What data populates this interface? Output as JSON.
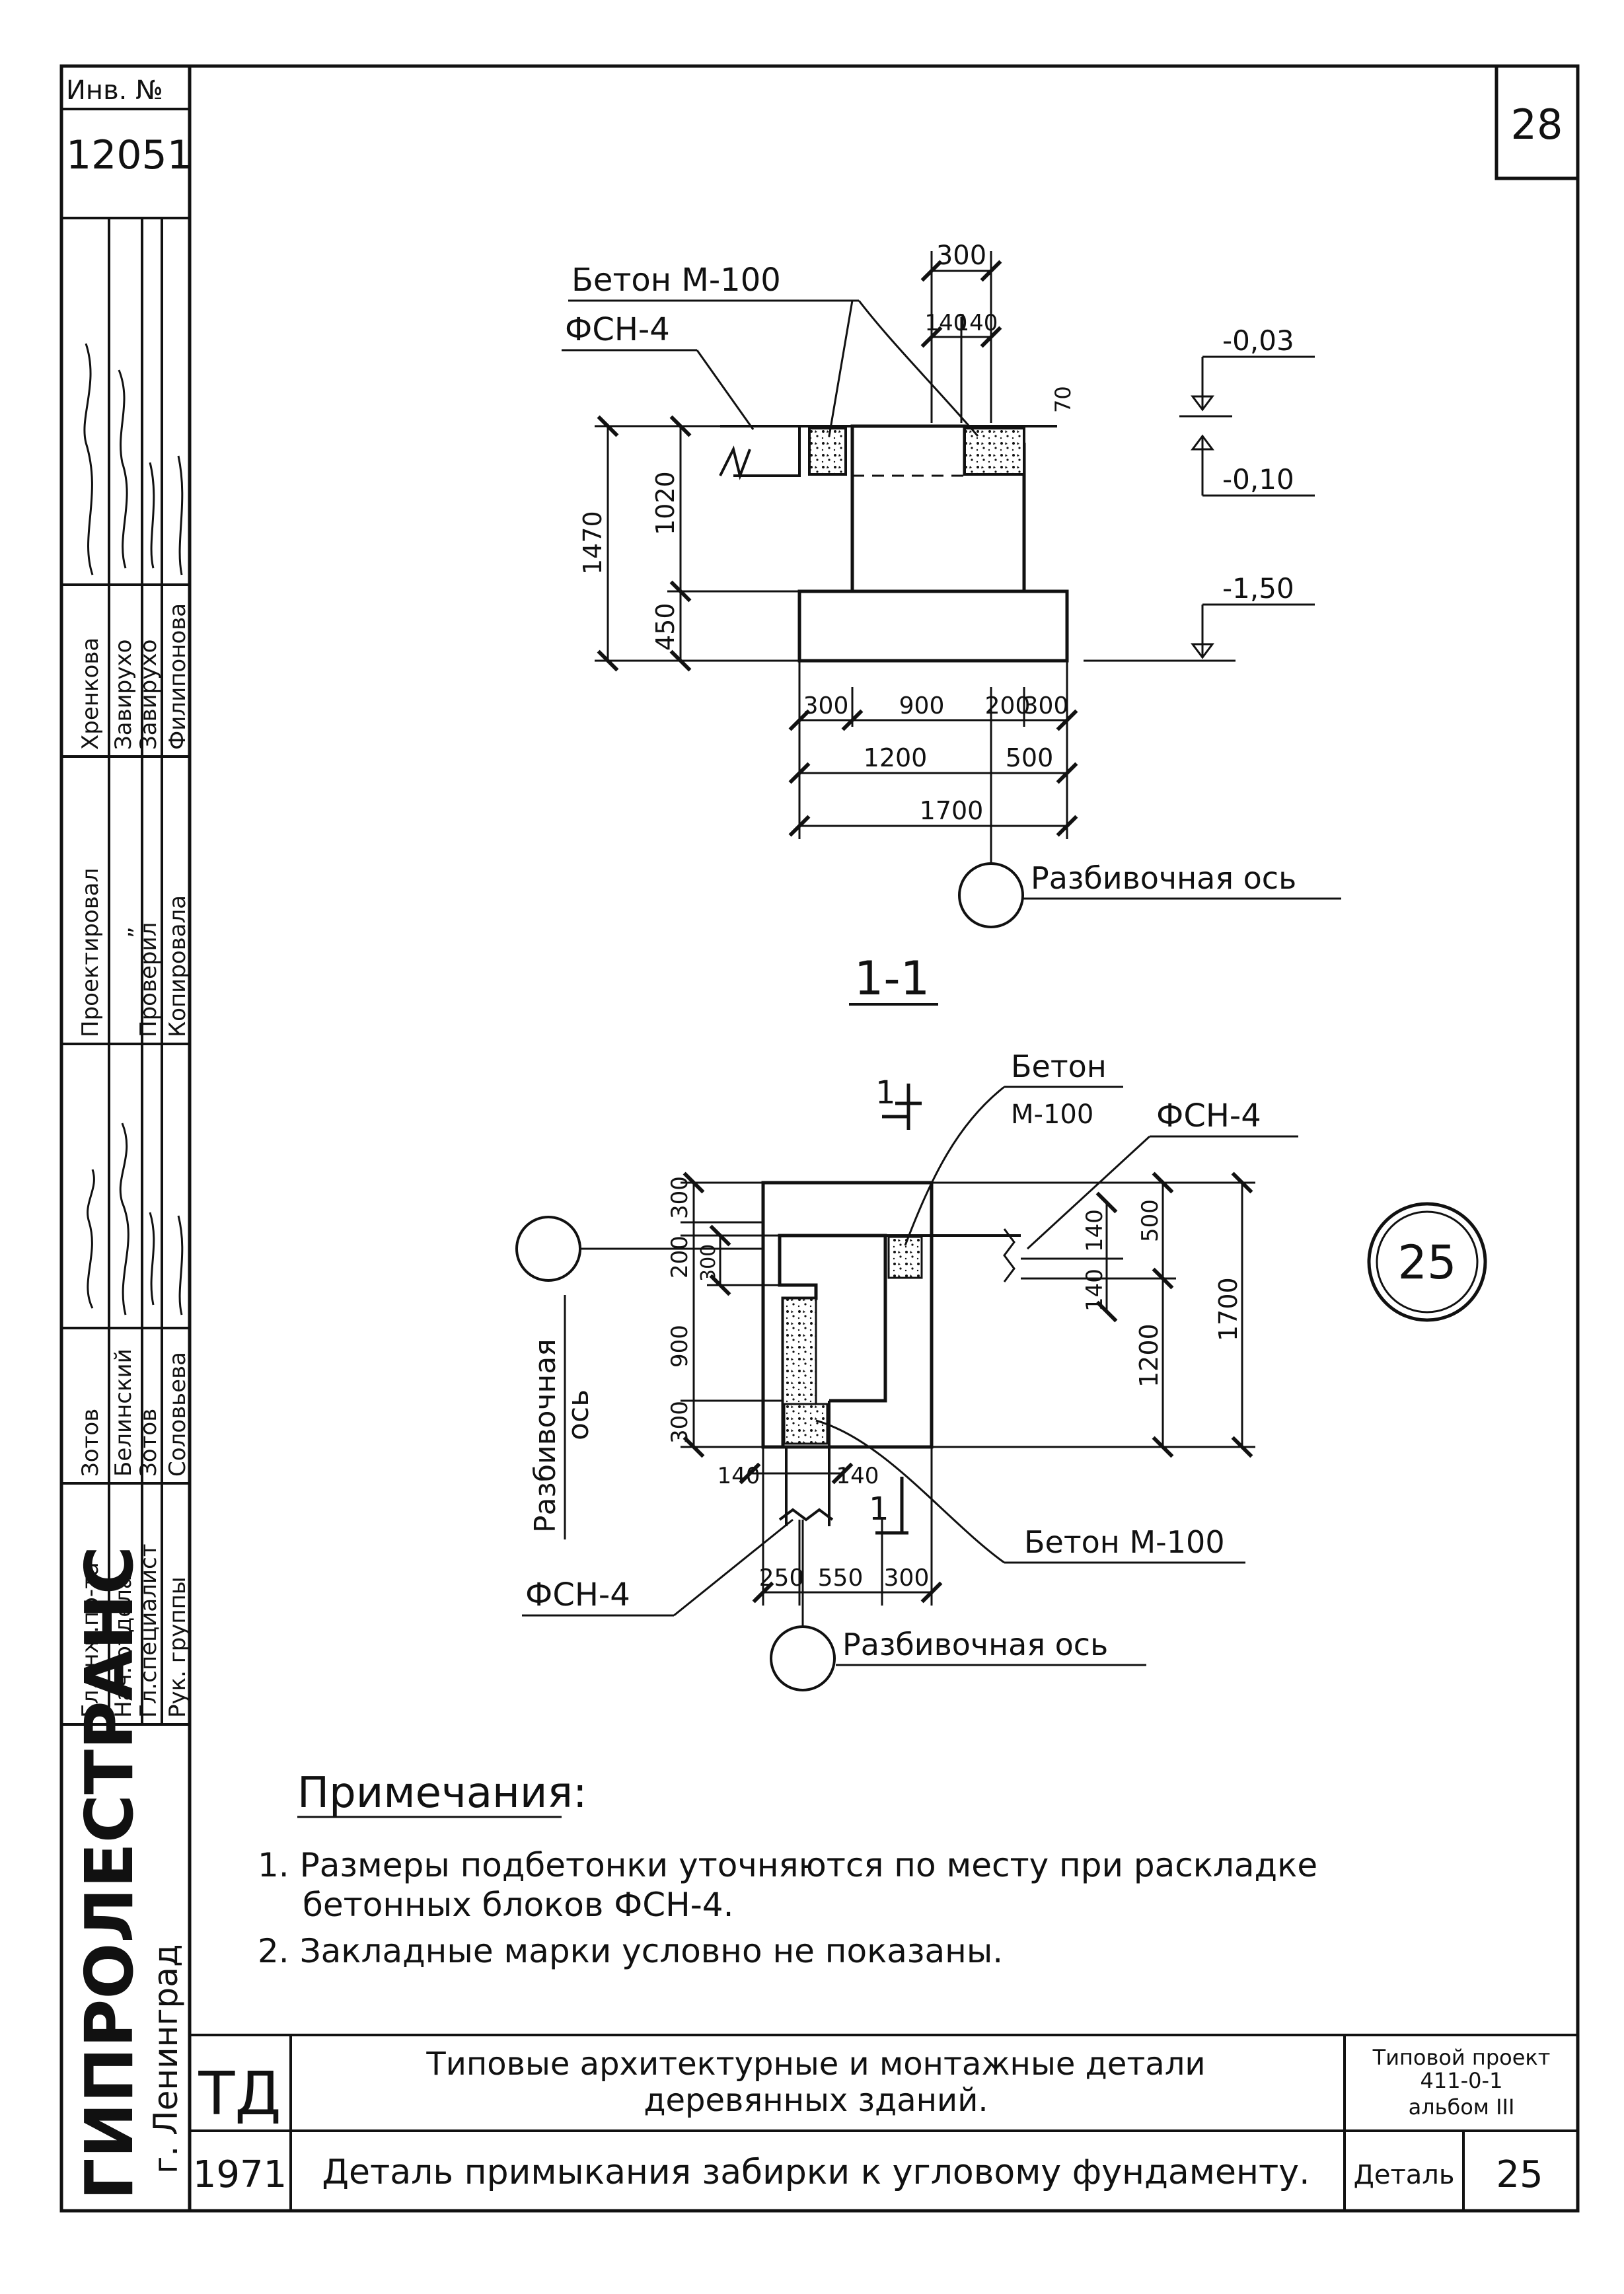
{
  "inventory": {
    "label": "Инв. №",
    "number": "12051"
  },
  "sheet_number": "28",
  "side_stamp": {
    "roles": [
      "Гл.инж.пр-та",
      "Нач. отдела",
      "Гл.специалист",
      "Рук. группы"
    ],
    "role_names": [
      "Зотов",
      "Белинский",
      "Зотов",
      "Соловьева"
    ],
    "roles2": [
      "Проектировал",
      "„",
      "Проверил",
      "Копировала"
    ],
    "roles2_names": [
      "Хренкова",
      "Завирухо",
      "Завирухо",
      "Филипонова"
    ],
    "organization": "ГИПРОЛЕСТРАНС",
    "city": "г. Ленинград"
  },
  "title_block": {
    "code": "ТД",
    "year": "1971",
    "title_line1": "Типовые архитектурные и монтажные детали",
    "title_line2": "деревянных зданий.",
    "detail_name": "Деталь примыкания забирки к угловому фундаменту.",
    "project_label": "Типовой проект",
    "project_number": "411-0-1",
    "album": "альбом III",
    "detail_label": "Деталь",
    "detail_number": "25"
  },
  "detail_marker": "25",
  "section_view": {
    "title": "1-1",
    "label_concrete": "Бетон М-100",
    "label_block": "ФСН-4",
    "axis_label": "Разбивочная ось",
    "dims_top": [
      "300",
      "140",
      "140"
    ],
    "dim_70": "70",
    "dims_left": [
      "1470",
      "1020",
      "450"
    ],
    "dims_bottom_row1": [
      "300",
      "900",
      "200",
      "300"
    ],
    "dims_bottom_row2": [
      "1200",
      "500"
    ],
    "dims_bottom_row3": [
      "1700"
    ],
    "levels": [
      "-0,03",
      "-0,10",
      "-1,50"
    ]
  },
  "plan_view": {
    "section_mark": "1",
    "label_concrete": "Бетон М-100",
    "label_concrete_1": "Бетон",
    "label_concrete_2": "М-100",
    "label_block": "ФСН-4",
    "axis_label_vertical_1": "Разбивочная",
    "axis_label_vertical_2": "ось",
    "axis_label": "Разбивочная ось",
    "dims_left": [
      "300",
      "200",
      "300",
      "900",
      "300"
    ],
    "dims_right": [
      "140",
      "140",
      "500",
      "1200",
      "1700"
    ],
    "dims_bottom_140": [
      "140",
      "140"
    ],
    "dims_bottom": [
      "250",
      "550",
      "300"
    ]
  },
  "notes": {
    "title": "Примечания:",
    "items": [
      "1. Размеры подбетонки уточняются по месту при раскладке",
      "бетонных блоков ФСН-4.",
      "2. Закладные марки условно не показаны."
    ]
  }
}
